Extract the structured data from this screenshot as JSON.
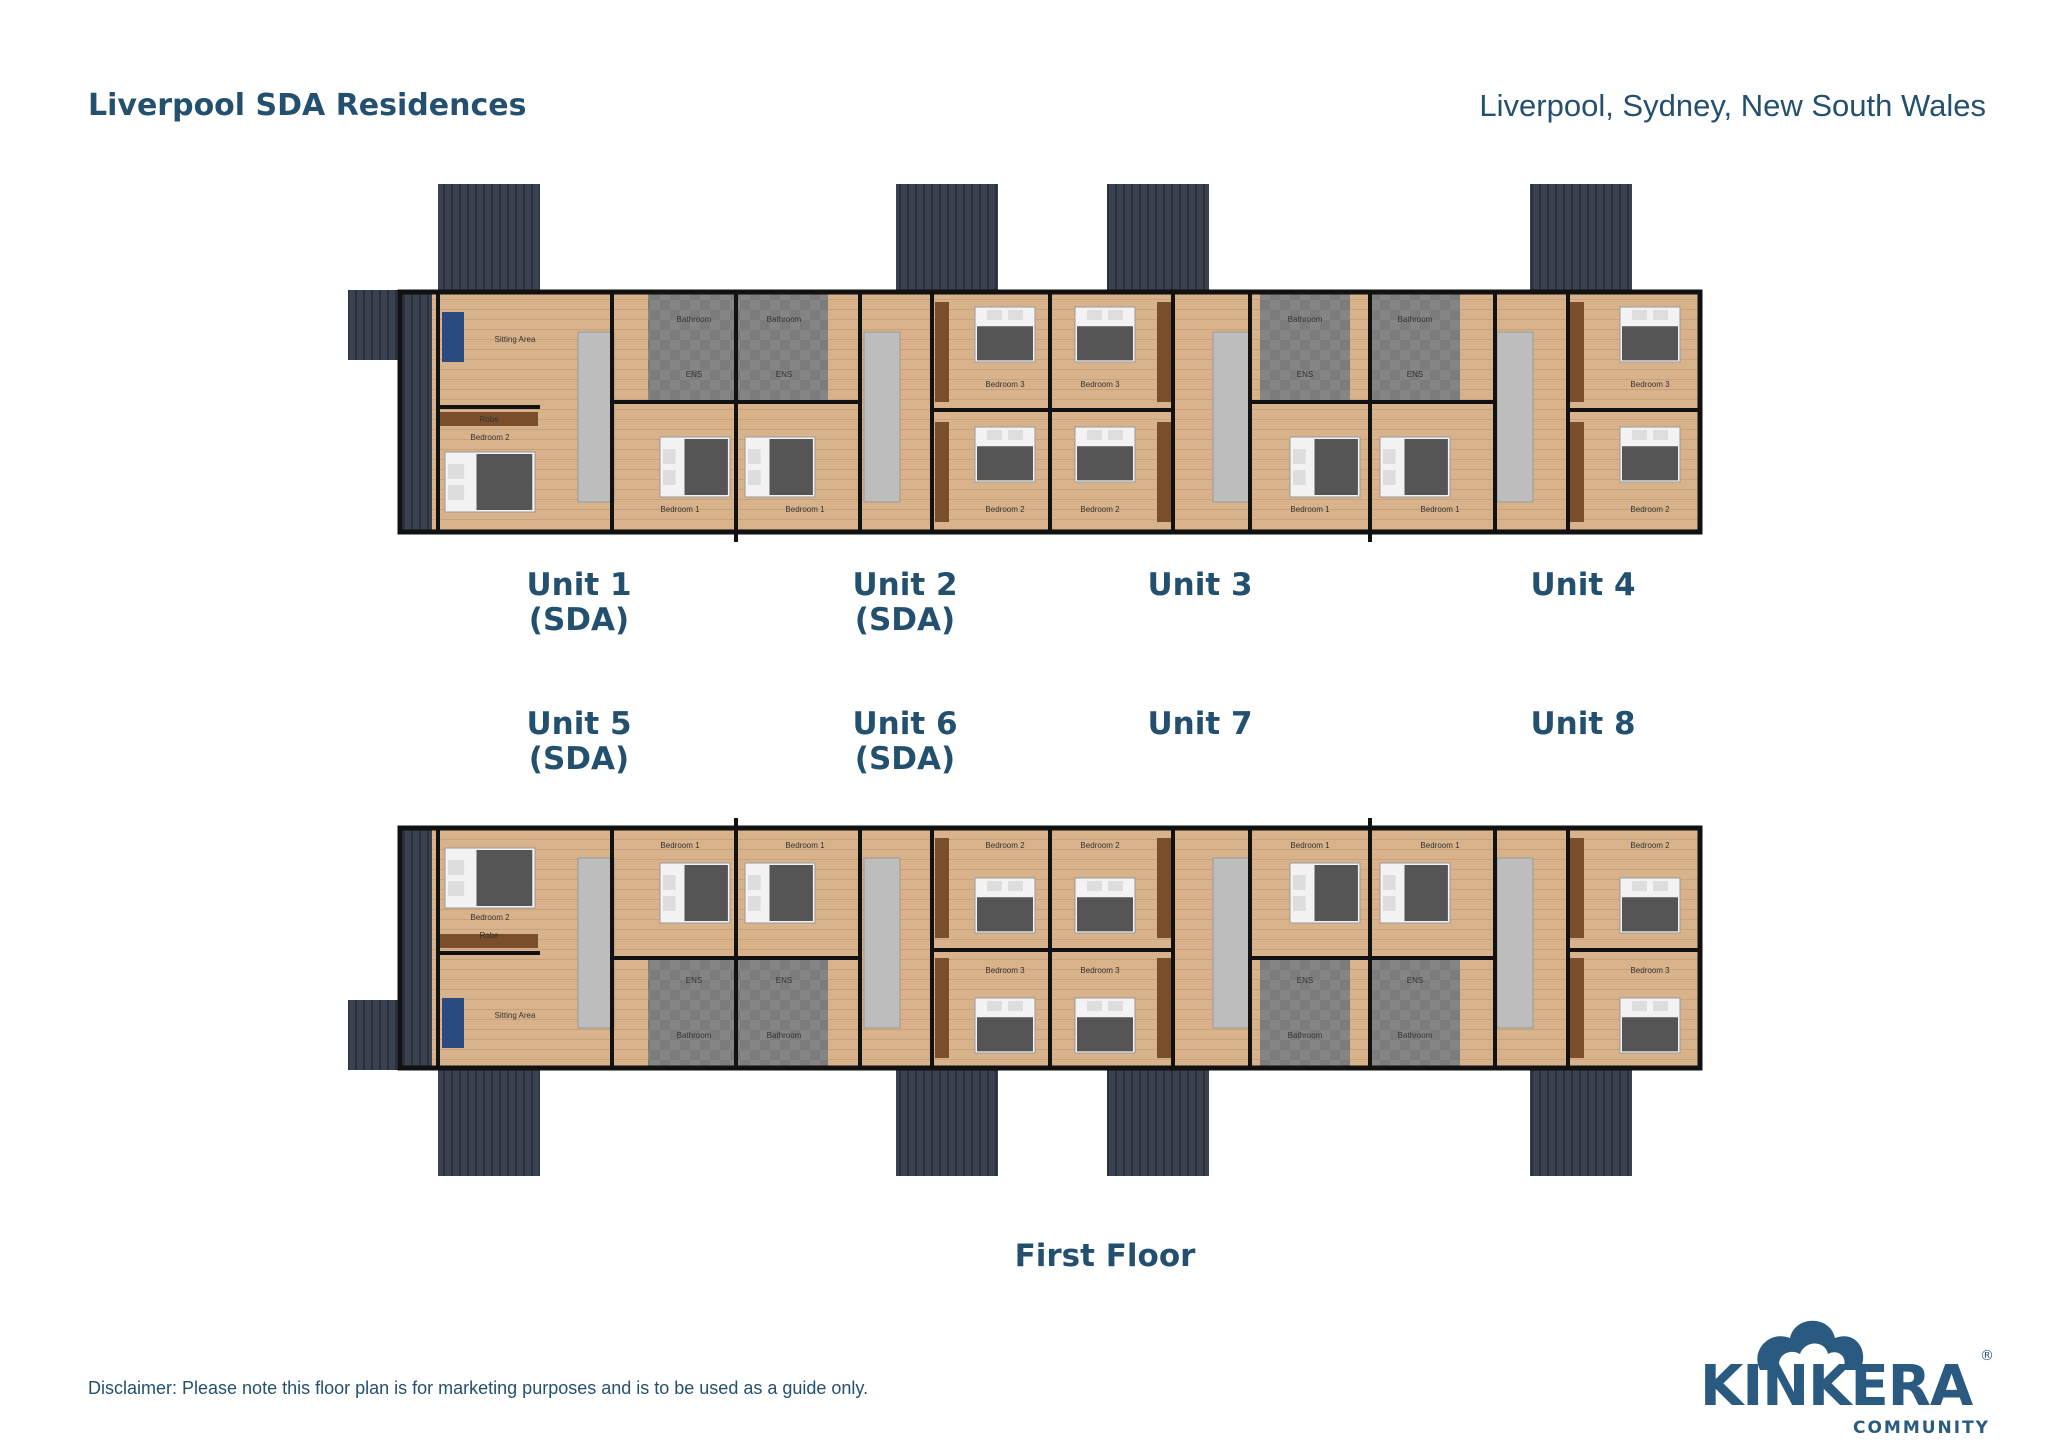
{
  "header": {
    "title": "Liverpool SDA Residences",
    "location": "Liverpool, Sydney, New South Wales"
  },
  "units_top": [
    {
      "name": "Unit 1",
      "note": "(SDA)"
    },
    {
      "name": "Unit 2",
      "note": "(SDA)"
    },
    {
      "name": "Unit 3",
      "note": ""
    },
    {
      "name": "Unit 4",
      "note": ""
    }
  ],
  "units_bottom": [
    {
      "name": "Unit 5",
      "note": "(SDA)"
    },
    {
      "name": "Unit 6",
      "note": "(SDA)"
    },
    {
      "name": "Unit 7",
      "note": ""
    },
    {
      "name": "Unit 8",
      "note": ""
    }
  ],
  "rooms": {
    "sitting_area": "Sitting Area",
    "robe": "Robe",
    "bedroom_1": "Bedroom 1",
    "bedroom_2": "Bedroom 2",
    "bedroom_3": "Bedroom 3",
    "bathroom": "Bathroom",
    "ens": "ENS"
  },
  "floor_label": "First  Floor",
  "disclaimer": "Disclaimer: Please note this floor plan is for marketing purposes and is to be used as a guide only.",
  "logo": {
    "word": "KINKERA",
    "sub": "COMMUNITY",
    "reg": "®"
  },
  "colors": {
    "brand": "#24506f",
    "wall": "#111111",
    "floor": "#d9b48a",
    "wet": "#8a8a8a",
    "balcony": "#3a4150",
    "robe": "#7a4e2a"
  }
}
